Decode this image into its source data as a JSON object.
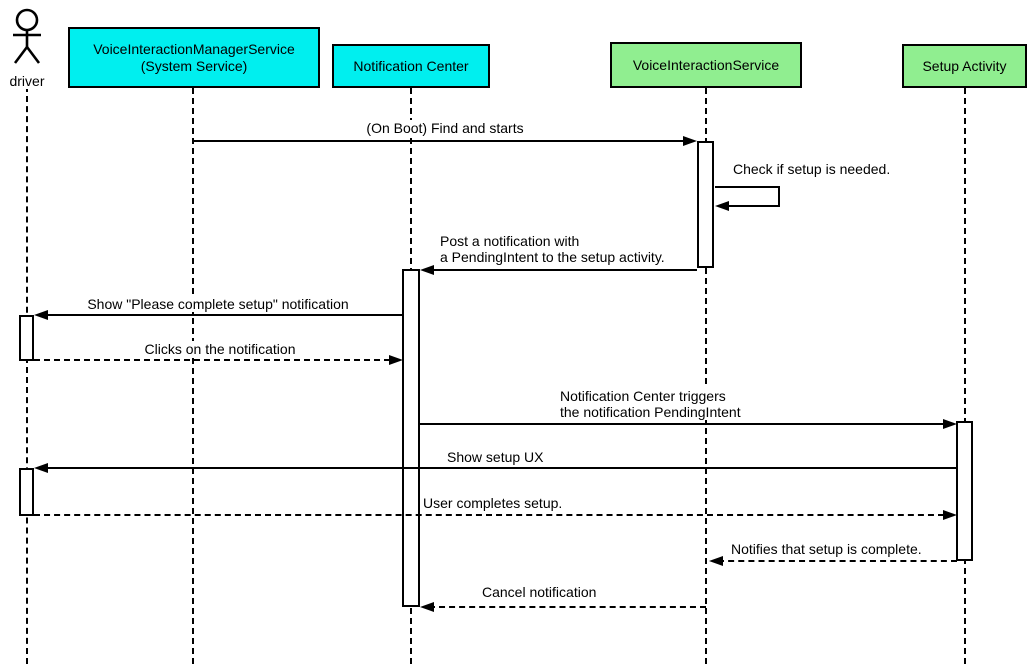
{
  "diagram": {
    "type": "uml-sequence-diagram",
    "colors": {
      "participant_cyan": "#00EFEF",
      "participant_green": "#90EE90",
      "line": "#000000",
      "background": "#FFFFFF"
    },
    "participants": [
      {
        "id": "driver",
        "kind": "actor",
        "label": "driver"
      },
      {
        "id": "voice-interaction-manager-service",
        "kind": "participant",
        "fill": "#00EFEF",
        "lines": [
          "VoiceInteractionManagerService",
          "(System Service)"
        ]
      },
      {
        "id": "notification-center",
        "kind": "participant",
        "fill": "#00EFEF",
        "lines": [
          "Notification Center"
        ]
      },
      {
        "id": "voice-interaction-service",
        "kind": "participant",
        "fill": "#90EE90",
        "lines": [
          "VoiceInteractionService"
        ]
      },
      {
        "id": "setup-activity",
        "kind": "participant",
        "fill": "#90EE90",
        "lines": [
          "Setup Activity"
        ]
      }
    ],
    "messages": [
      {
        "label": "(On Boot) Find and starts",
        "from": "VoiceInteractionManagerService",
        "to": "VoiceInteractionService",
        "line_style": "solid"
      },
      {
        "label": "Check if setup is needed.",
        "from": "VoiceInteractionService",
        "to": "VoiceInteractionService",
        "line_style": "solid-self"
      },
      {
        "lines": [
          "Post a notification with",
          "a PendingIntent to the setup activity."
        ],
        "from": "VoiceInteractionService",
        "to": "Notification Center",
        "line_style": "solid"
      },
      {
        "label": "Show \"Please complete setup\" notification",
        "from": "Notification Center",
        "to": "driver",
        "line_style": "solid"
      },
      {
        "label": "Clicks on the notification",
        "from": "driver",
        "to": "Notification Center",
        "line_style": "dashed"
      },
      {
        "lines": [
          "Notification Center triggers",
          "the notification PendingIntent"
        ],
        "from": "Notification Center",
        "to": "Setup Activity",
        "line_style": "solid"
      },
      {
        "label": "Show setup UX",
        "from": "Setup Activity",
        "to": "driver",
        "line_style": "solid"
      },
      {
        "label": "User completes setup.",
        "from": "driver",
        "to": "Setup Activity",
        "line_style": "dashed"
      },
      {
        "label": "Notifies that setup is complete.",
        "from": "Setup Activity",
        "to": "VoiceInteractionService",
        "line_style": "dashed"
      },
      {
        "label": "Cancel notification",
        "from": "VoiceInteractionService",
        "to": "Notification Center",
        "line_style": "dashed"
      }
    ]
  }
}
